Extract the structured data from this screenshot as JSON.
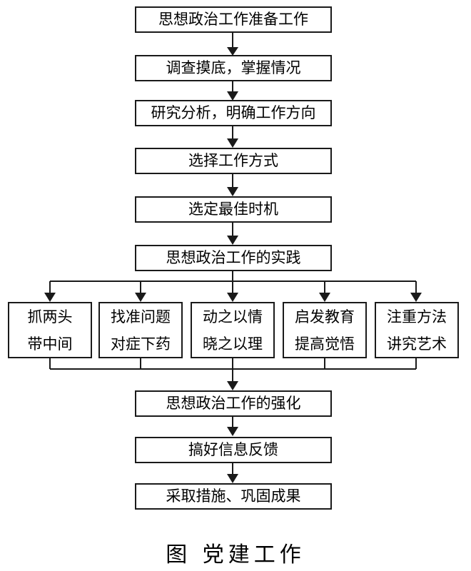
{
  "steps_top": [
    "思想政治工作准备工作",
    "调查摸底，掌握情况",
    "研究分析，明确工作方向",
    "选择工作方式",
    "选定最佳时机",
    "思想政治工作的实践"
  ],
  "methods": [
    {
      "line1": "抓两头",
      "line2": "带中间"
    },
    {
      "line1": "找准问题",
      "line2": "对症下药"
    },
    {
      "line1": "动之以情",
      "line2": "晓之以理"
    },
    {
      "line1": "启发教育",
      "line2": "提高觉悟"
    },
    {
      "line1": "注重方法",
      "line2": "讲究艺术"
    }
  ],
  "steps_bottom": [
    "思想政治工作的强化",
    "搞好信息反馈",
    "采取措施、巩固成果"
  ],
  "caption": "图 党建工作"
}
